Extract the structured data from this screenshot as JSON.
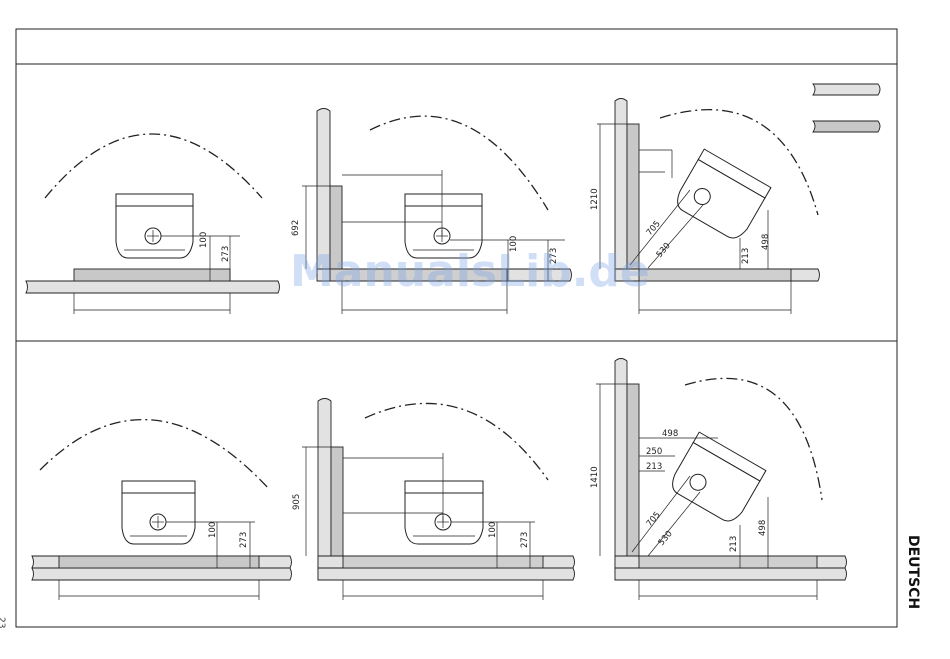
{
  "side_label": "DEUTSCH",
  "page_number": "23",
  "watermark": "ManualsLib.de",
  "colors": {
    "combustible": "#e2e2e2",
    "non_combustible": "#c8c8c8",
    "line": "#222222"
  },
  "legend": [
    {
      "swatch": "combustible-material"
    },
    {
      "swatch": "non-combustible-material"
    }
  ],
  "panels": [
    {
      "dims": {
        "a": "100",
        "b": "273"
      }
    },
    {
      "dims": {
        "a": "100",
        "b": "273",
        "wall": "692"
      }
    },
    {
      "dims": {
        "diag1": "705",
        "diag2": "530",
        "h1": "213",
        "h2": "498",
        "wall": "1210"
      }
    },
    {
      "dims": {
        "a": "100",
        "b": "273"
      }
    },
    {
      "dims": {
        "a": "100",
        "b": "273",
        "wall": "905"
      }
    },
    {
      "dims": {
        "top": "498",
        "s1": "250",
        "s2": "213",
        "diag1": "705",
        "diag2": "530",
        "h1": "213",
        "h2": "498",
        "wall": "1410"
      }
    }
  ]
}
